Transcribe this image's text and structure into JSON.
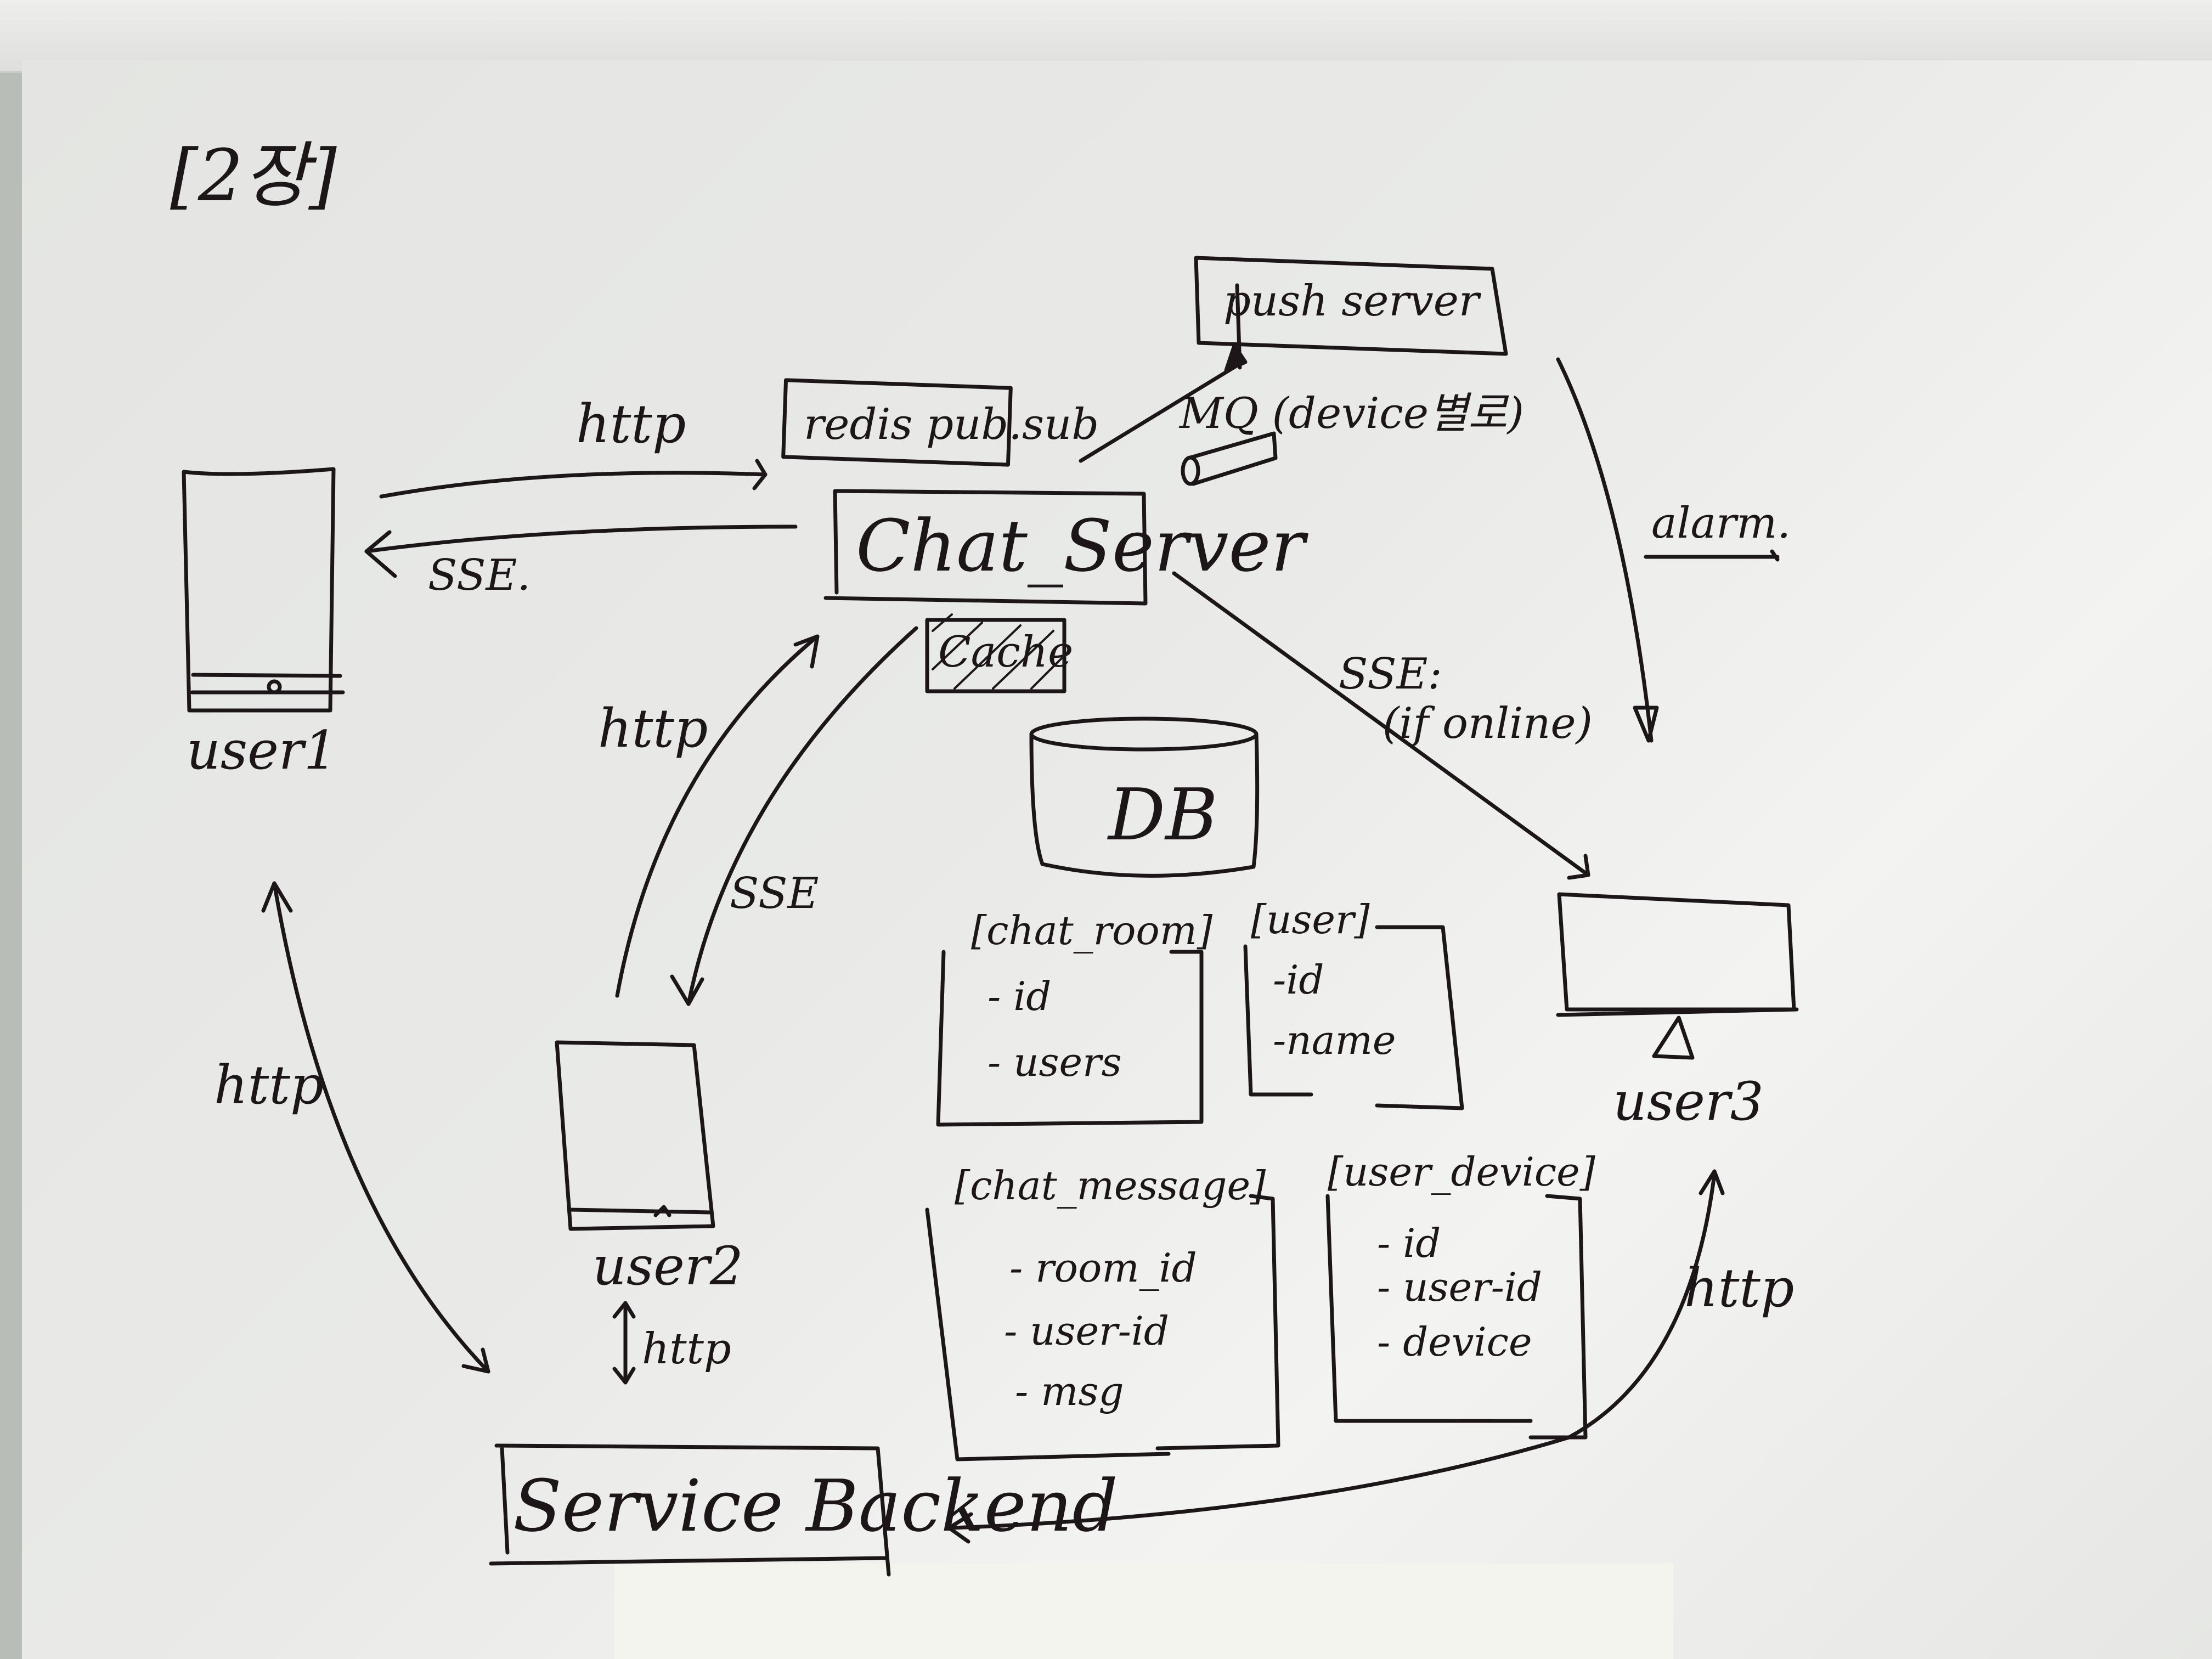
{
  "header": {
    "chapter_label": "[2장]"
  },
  "nodes": {
    "user1": {
      "label": "user1",
      "device": "phone"
    },
    "user2": {
      "label": "user2",
      "device": "phone"
    },
    "user3": {
      "label": "user3",
      "device": "monitor"
    },
    "chat_server": {
      "label": "Chat_Server"
    },
    "redis": {
      "label": "redis pub.sub"
    },
    "cache": {
      "label": "Cache"
    },
    "push_server": {
      "label": "push server"
    },
    "mq": {
      "label": "MQ (device별로)"
    },
    "db": {
      "label": "DB"
    },
    "service_backend": {
      "label": "Service Backend"
    }
  },
  "edges": {
    "user1_to_chat": {
      "label": "http"
    },
    "chat_to_user1": {
      "label": "SSE."
    },
    "user2_to_chat": {
      "label": "http"
    },
    "chat_to_user2": {
      "label": "SSE"
    },
    "chat_to_user3": {
      "label": "SSE:",
      "note": "(if online)"
    },
    "push_to_user3": {
      "label": "alarm."
    },
    "user1_backend": {
      "label": "http"
    },
    "user2_backend": {
      "label": "http"
    },
    "user3_backend": {
      "label": "http"
    }
  },
  "tables": [
    {
      "name": "[chat_room]",
      "fields": [
        "- id",
        "- users"
      ]
    },
    {
      "name": "[user]",
      "fields": [
        "-id",
        "-name"
      ]
    },
    {
      "name": "[chat_message]",
      "fields": [
        "- room_id",
        "- user-id",
        "- msg"
      ]
    },
    {
      "name": "[user_device]",
      "fields": [
        "- id",
        "- user-id",
        "- device"
      ]
    }
  ]
}
